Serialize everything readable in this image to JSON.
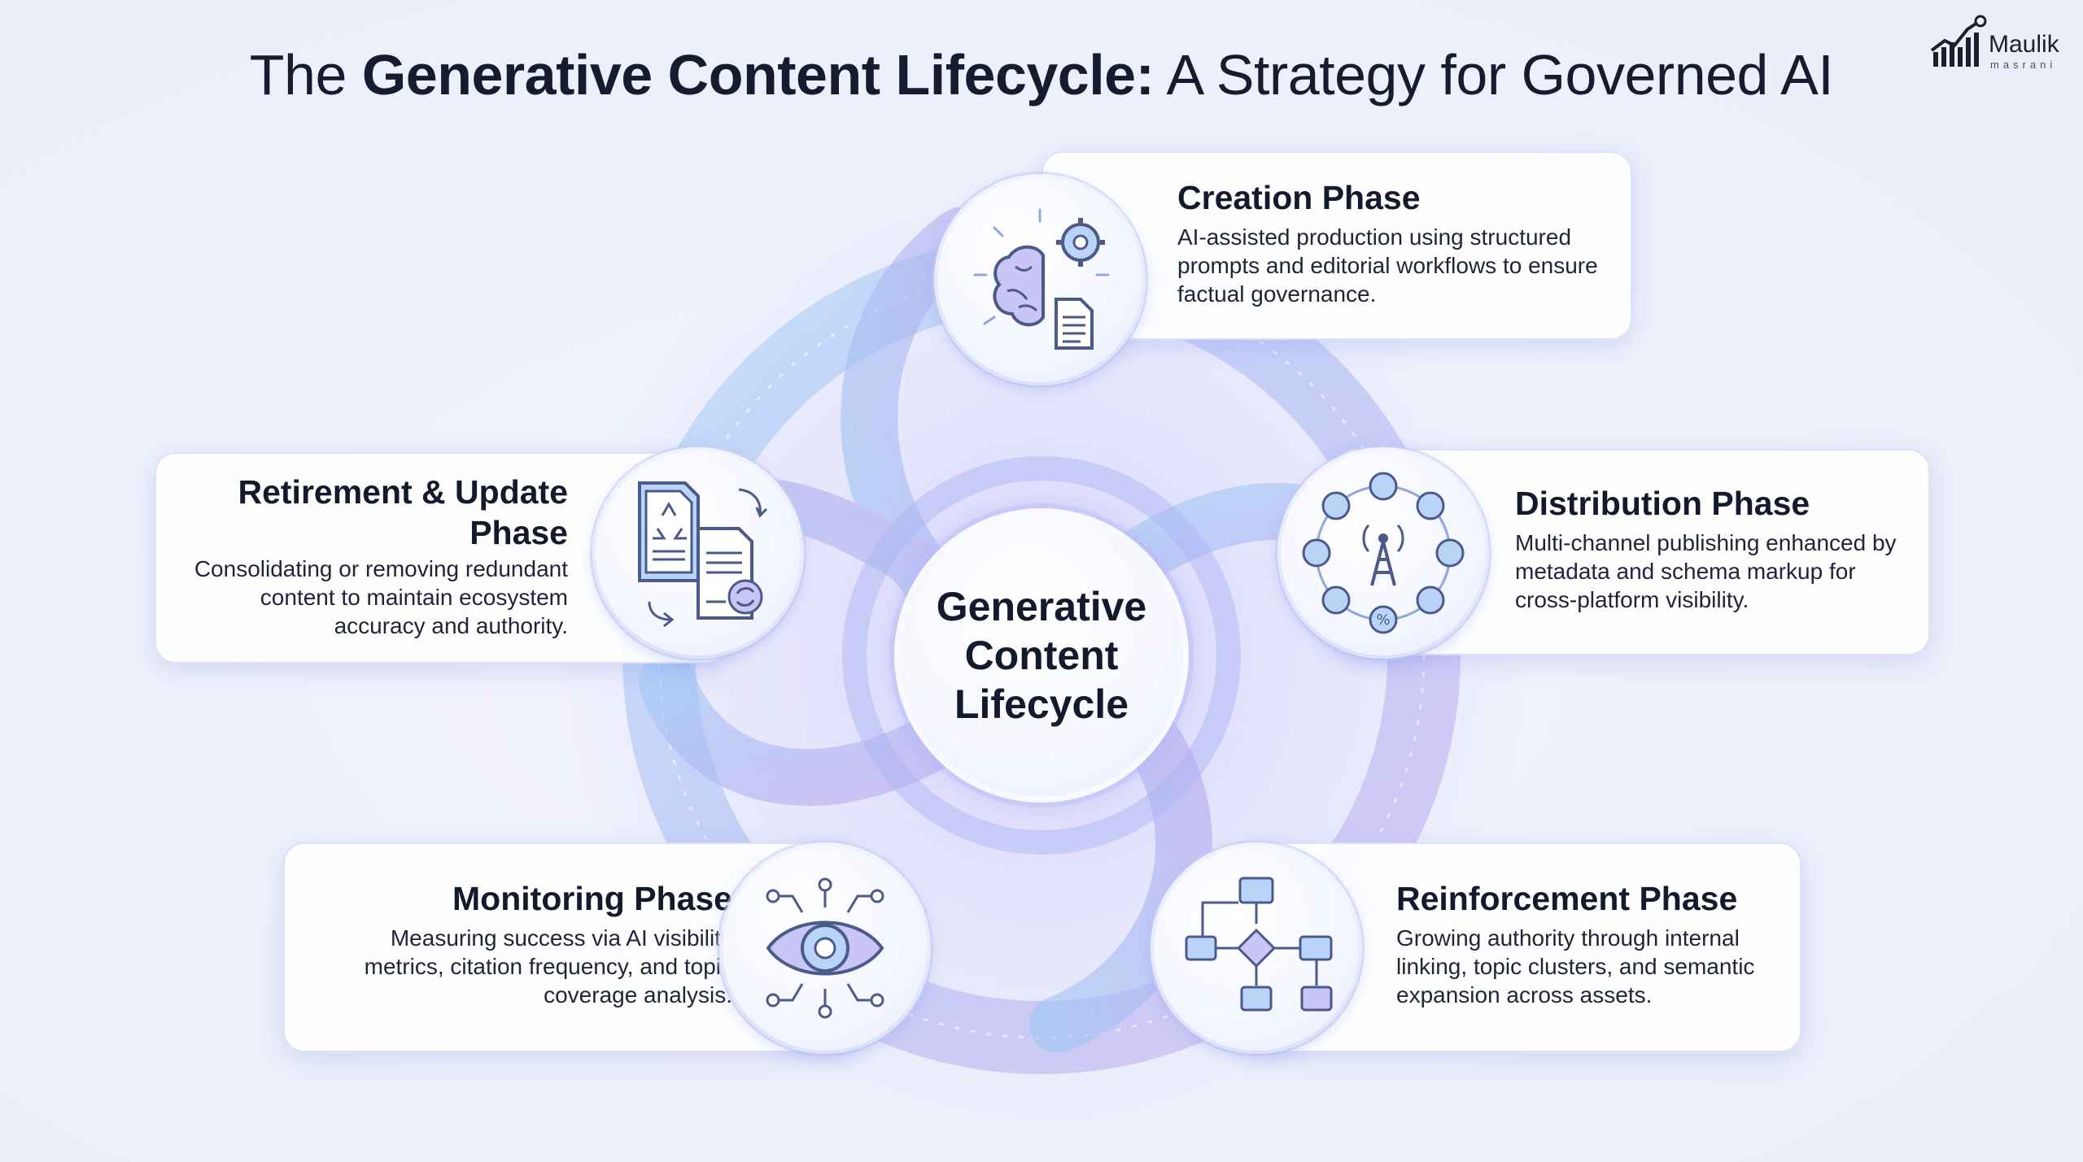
{
  "title": {
    "prefix": "The ",
    "bold": "Generative Content Lifecycle:",
    "suffix": " A Strategy for Governed AI"
  },
  "logo": {
    "name": "Maulik",
    "sub": "masrani"
  },
  "center": {
    "label": "Generative Content Lifecycle"
  },
  "phases": {
    "creation": {
      "heading": "Creation Phase",
      "description": "AI-assisted production using structured prompts and editorial workflows to ensure factual governance.",
      "icon": "brain-gear-document-icon"
    },
    "distribution": {
      "heading": "Distribution Phase",
      "description": "Multi-channel publishing enhanced by metadata and schema markup for cross-platform visibility.",
      "icon": "broadcast-tower-icon"
    },
    "reinforcement": {
      "heading": "Reinforcement Phase",
      "description": "Growing authority through internal linking, topic clusters, and semantic expansion across assets.",
      "icon": "flowchart-icon"
    },
    "monitoring": {
      "heading": "Monitoring Phase",
      "description": "Measuring success via AI visibility metrics, citation frequency, and topic coverage analysis.",
      "icon": "eye-network-icon"
    },
    "retirement": {
      "heading": "Retirement & Update Phase",
      "description": "Consolidating or removing redundant content to maintain ecosystem accuracy and authority.",
      "icon": "recycle-documents-icon"
    }
  },
  "colors": {
    "ring_blue": "#8fc0f2",
    "ring_violet": "#b7a7f0",
    "icon_stroke": "#4a5a8c",
    "icon_fill_blue": "#b9d4f7",
    "icon_fill_violet": "#c9bff5"
  }
}
